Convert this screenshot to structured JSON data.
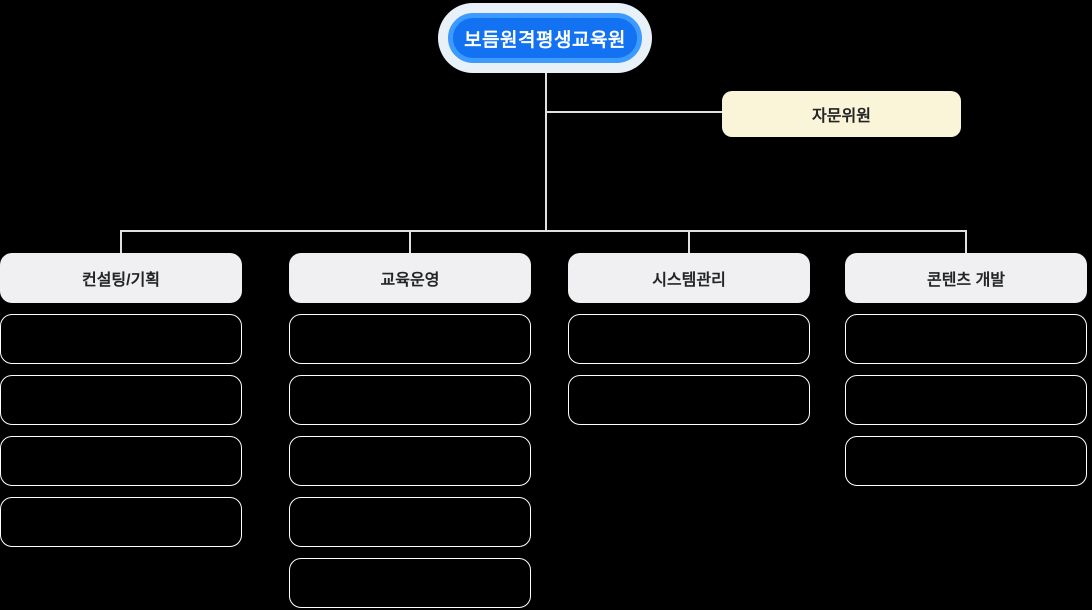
{
  "root": {
    "label": "보듬원격평생교육원"
  },
  "advisory": {
    "label": "자문위원"
  },
  "departments": [
    {
      "name": "컨설팅/기획",
      "sub_boxes": 4
    },
    {
      "name": "교육운영",
      "sub_boxes": 5
    },
    {
      "name": "시스템관리",
      "sub_boxes": 2
    },
    {
      "name": "콘텐츠 개발",
      "sub_boxes": 3
    }
  ],
  "colors": {
    "root_fill": "#1272F2",
    "root_ring": "#3D9AFE",
    "root_halo": "#E8F1F8",
    "advisory_bg": "#FAF4D8",
    "dept_header_bg": "#F0F0F2",
    "connector_line": "#E0E0E0",
    "sub_box_border": "#FFFFFF",
    "background": "#000000"
  }
}
